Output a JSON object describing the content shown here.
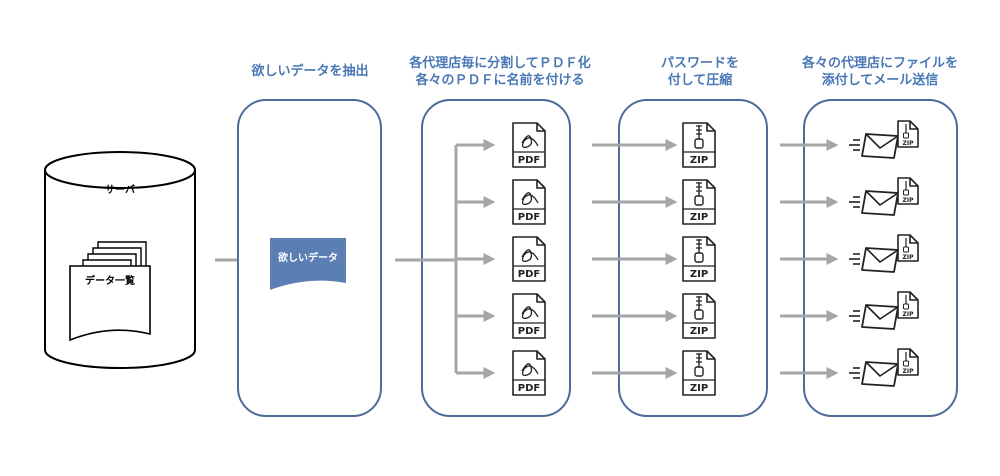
{
  "steps": [
    {
      "lines": [
        "欲しいデータを抽出"
      ]
    },
    {
      "lines": [
        "各代理店毎に分割してＰＤＦ化",
        "各々のＰＤＦに名前を付ける"
      ]
    },
    {
      "lines": [
        "パスワードを",
        "付して圧縮"
      ]
    },
    {
      "lines": [
        "各々の代理店にファイルを",
        "添付してメール送信"
      ]
    }
  ],
  "server": {
    "label": "サーバ",
    "document_label": "データ一覧"
  },
  "extract": {
    "label": "欲しいデータ"
  },
  "file_labels": {
    "pdf": "PDF",
    "zip": "ZIP"
  },
  "icons": {
    "pdf": "pdf-file-icon",
    "zip": "zip-file-icon",
    "mail": "email-with-zip-attachment-icon"
  },
  "colors": {
    "accent": "#4a77b5",
    "box_border": "#4e6a9a",
    "doc_fill": "#5b7fb3",
    "arrow": "#a6a6a6",
    "icon": "#222222"
  },
  "rows": 5
}
